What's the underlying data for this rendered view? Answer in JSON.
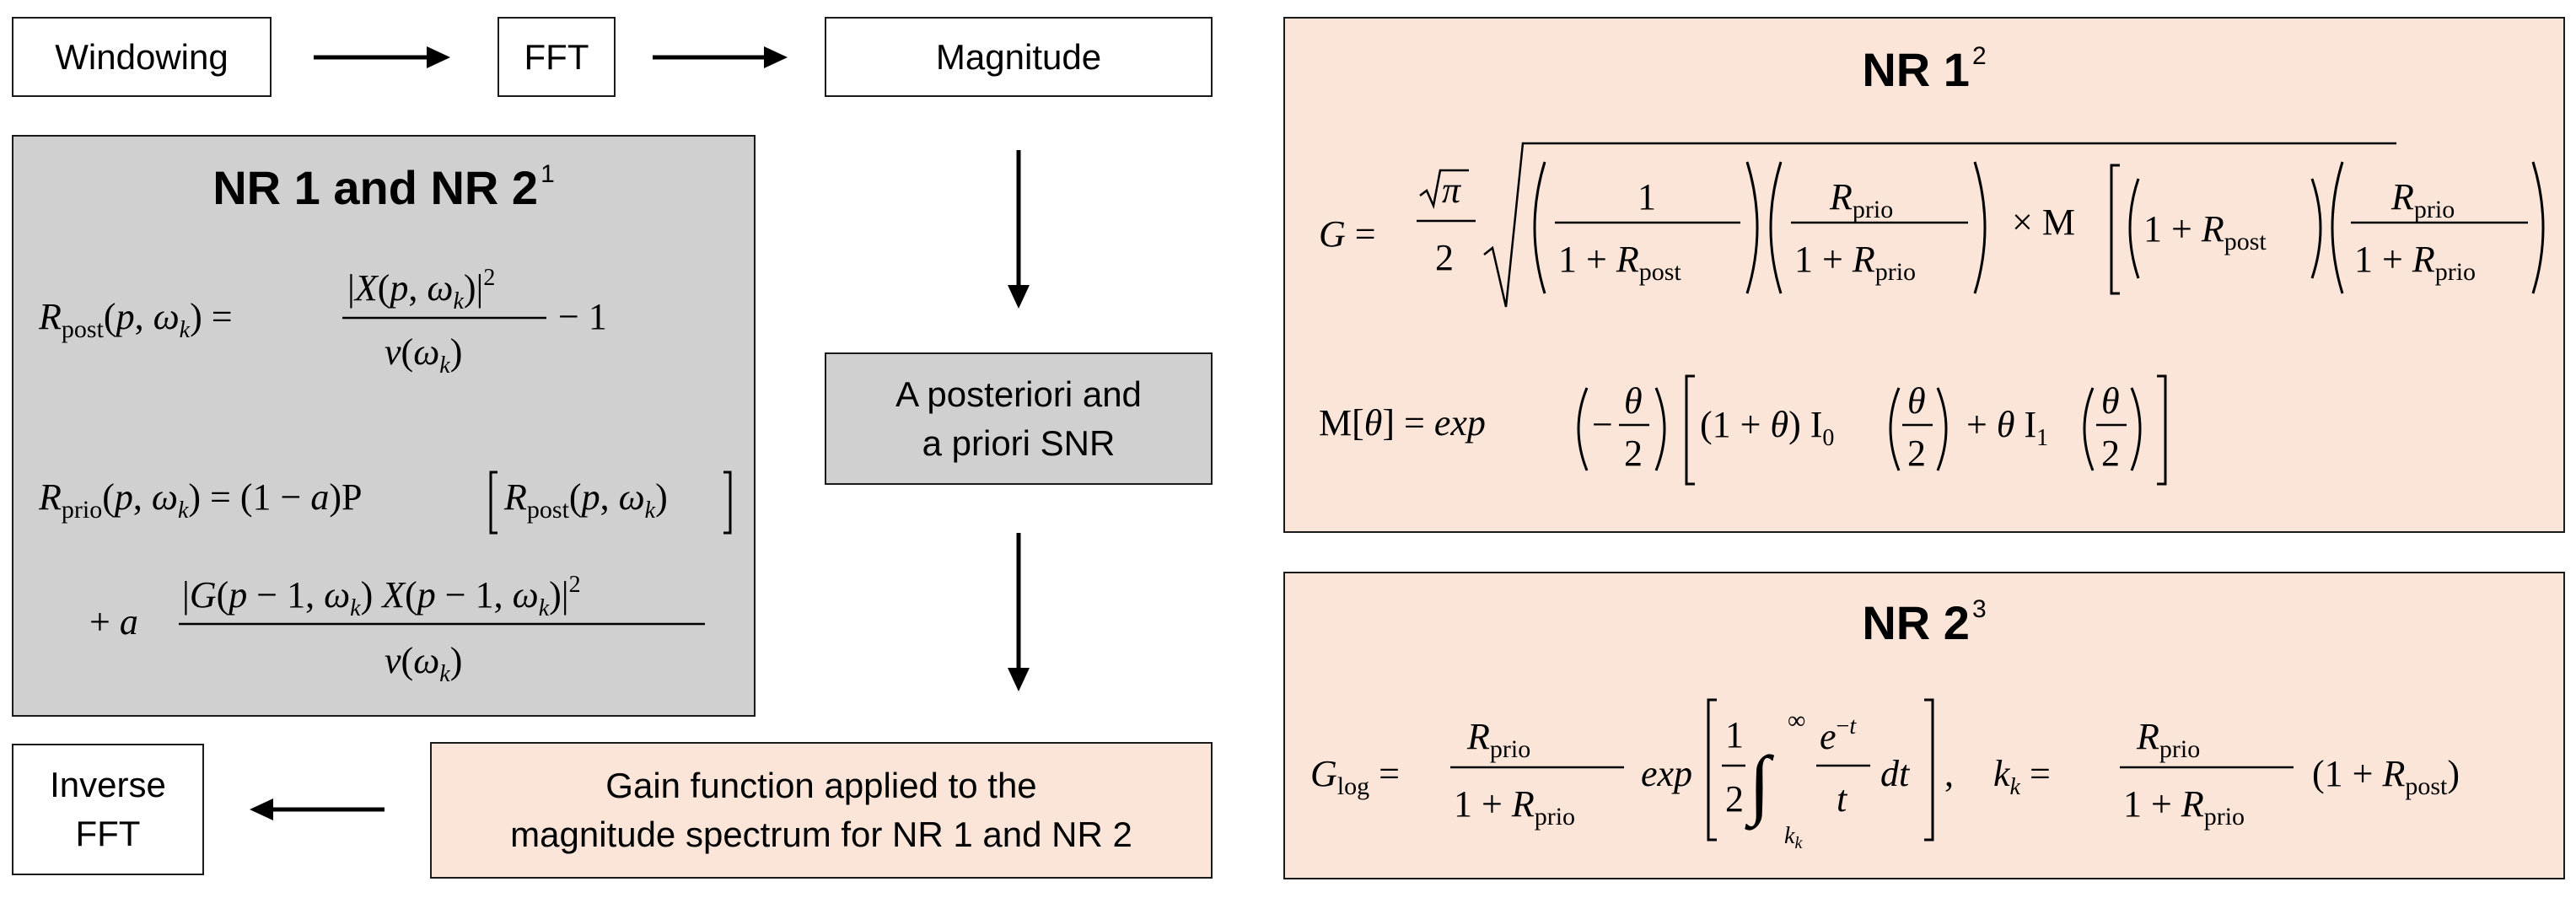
{
  "flow": {
    "windowing": "Windowing",
    "fft": "FFT",
    "magnitude": "Magnitude",
    "snr_line1": "A posteriori and",
    "snr_line2": "a priori SNR",
    "gain_line1": "Gain function applied to the",
    "gain_line2": "magnitude spectrum for NR 1 and NR 2",
    "ifft_line1": "Inverse",
    "ifft_line2": "FFT"
  },
  "panels": {
    "left_title": "NR 1 and NR 2",
    "left_ref": "1",
    "nr1_title": "NR 1",
    "nr1_ref": "2",
    "nr2_title": "NR 2",
    "nr2_ref": "3"
  },
  "colors": {
    "gray_box": "#d0d0d0",
    "peach_box": "#fbe4d8",
    "border": "#1a1a1a"
  }
}
